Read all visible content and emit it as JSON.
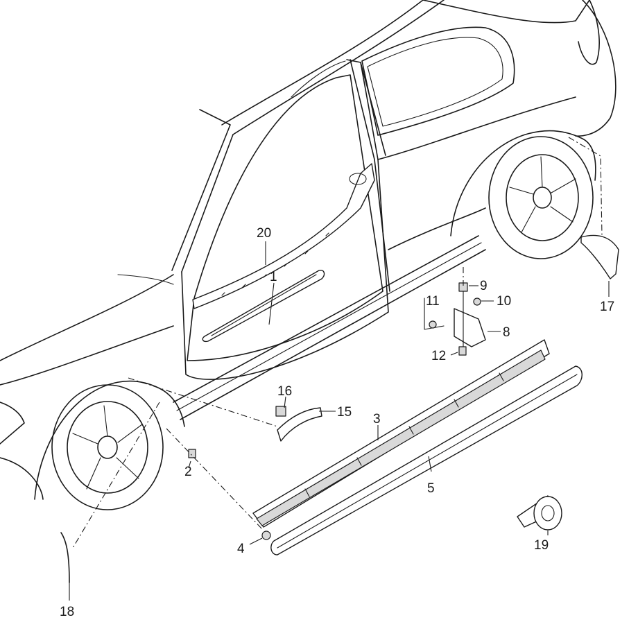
{
  "callouts": [
    {
      "id": "c1",
      "label": "1"
    },
    {
      "id": "c2",
      "label": "2"
    },
    {
      "id": "c3",
      "label": "3"
    },
    {
      "id": "c4",
      "label": "4"
    },
    {
      "id": "c5",
      "label": "5"
    },
    {
      "id": "c8",
      "label": "8"
    },
    {
      "id": "c9",
      "label": "9"
    },
    {
      "id": "c10",
      "label": "10"
    },
    {
      "id": "c11",
      "label": "11"
    },
    {
      "id": "c12",
      "label": "12"
    },
    {
      "id": "c15",
      "label": "15"
    },
    {
      "id": "c16",
      "label": "16"
    },
    {
      "id": "c17",
      "label": "17"
    },
    {
      "id": "c18",
      "label": "18"
    },
    {
      "id": "c19",
      "label": "19"
    },
    {
      "id": "c20",
      "label": "20"
    }
  ]
}
